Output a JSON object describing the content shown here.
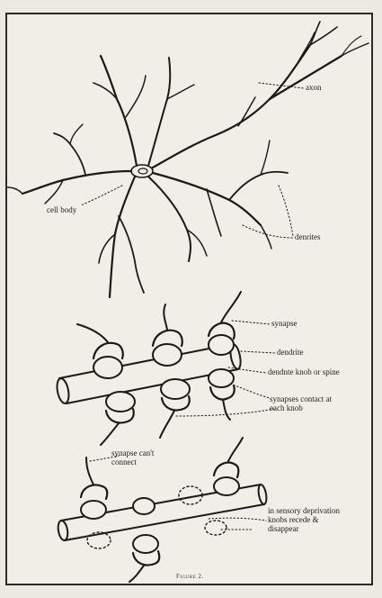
{
  "figure": {
    "caption": "Figure 2.",
    "neuron_labels": {
      "axon": "axon",
      "cell_body": "cell body",
      "dendrites": "denrites"
    },
    "healthy_labels": {
      "synapse": "synapse",
      "dendrite": "dendrite",
      "knob": "dendnte knob or spine",
      "contact": "synapses contact at each knob"
    },
    "deprived_labels": {
      "cant_connect": "synapse can't connect",
      "recede": "in sensory deprivation knobs recede & disappear"
    }
  }
}
